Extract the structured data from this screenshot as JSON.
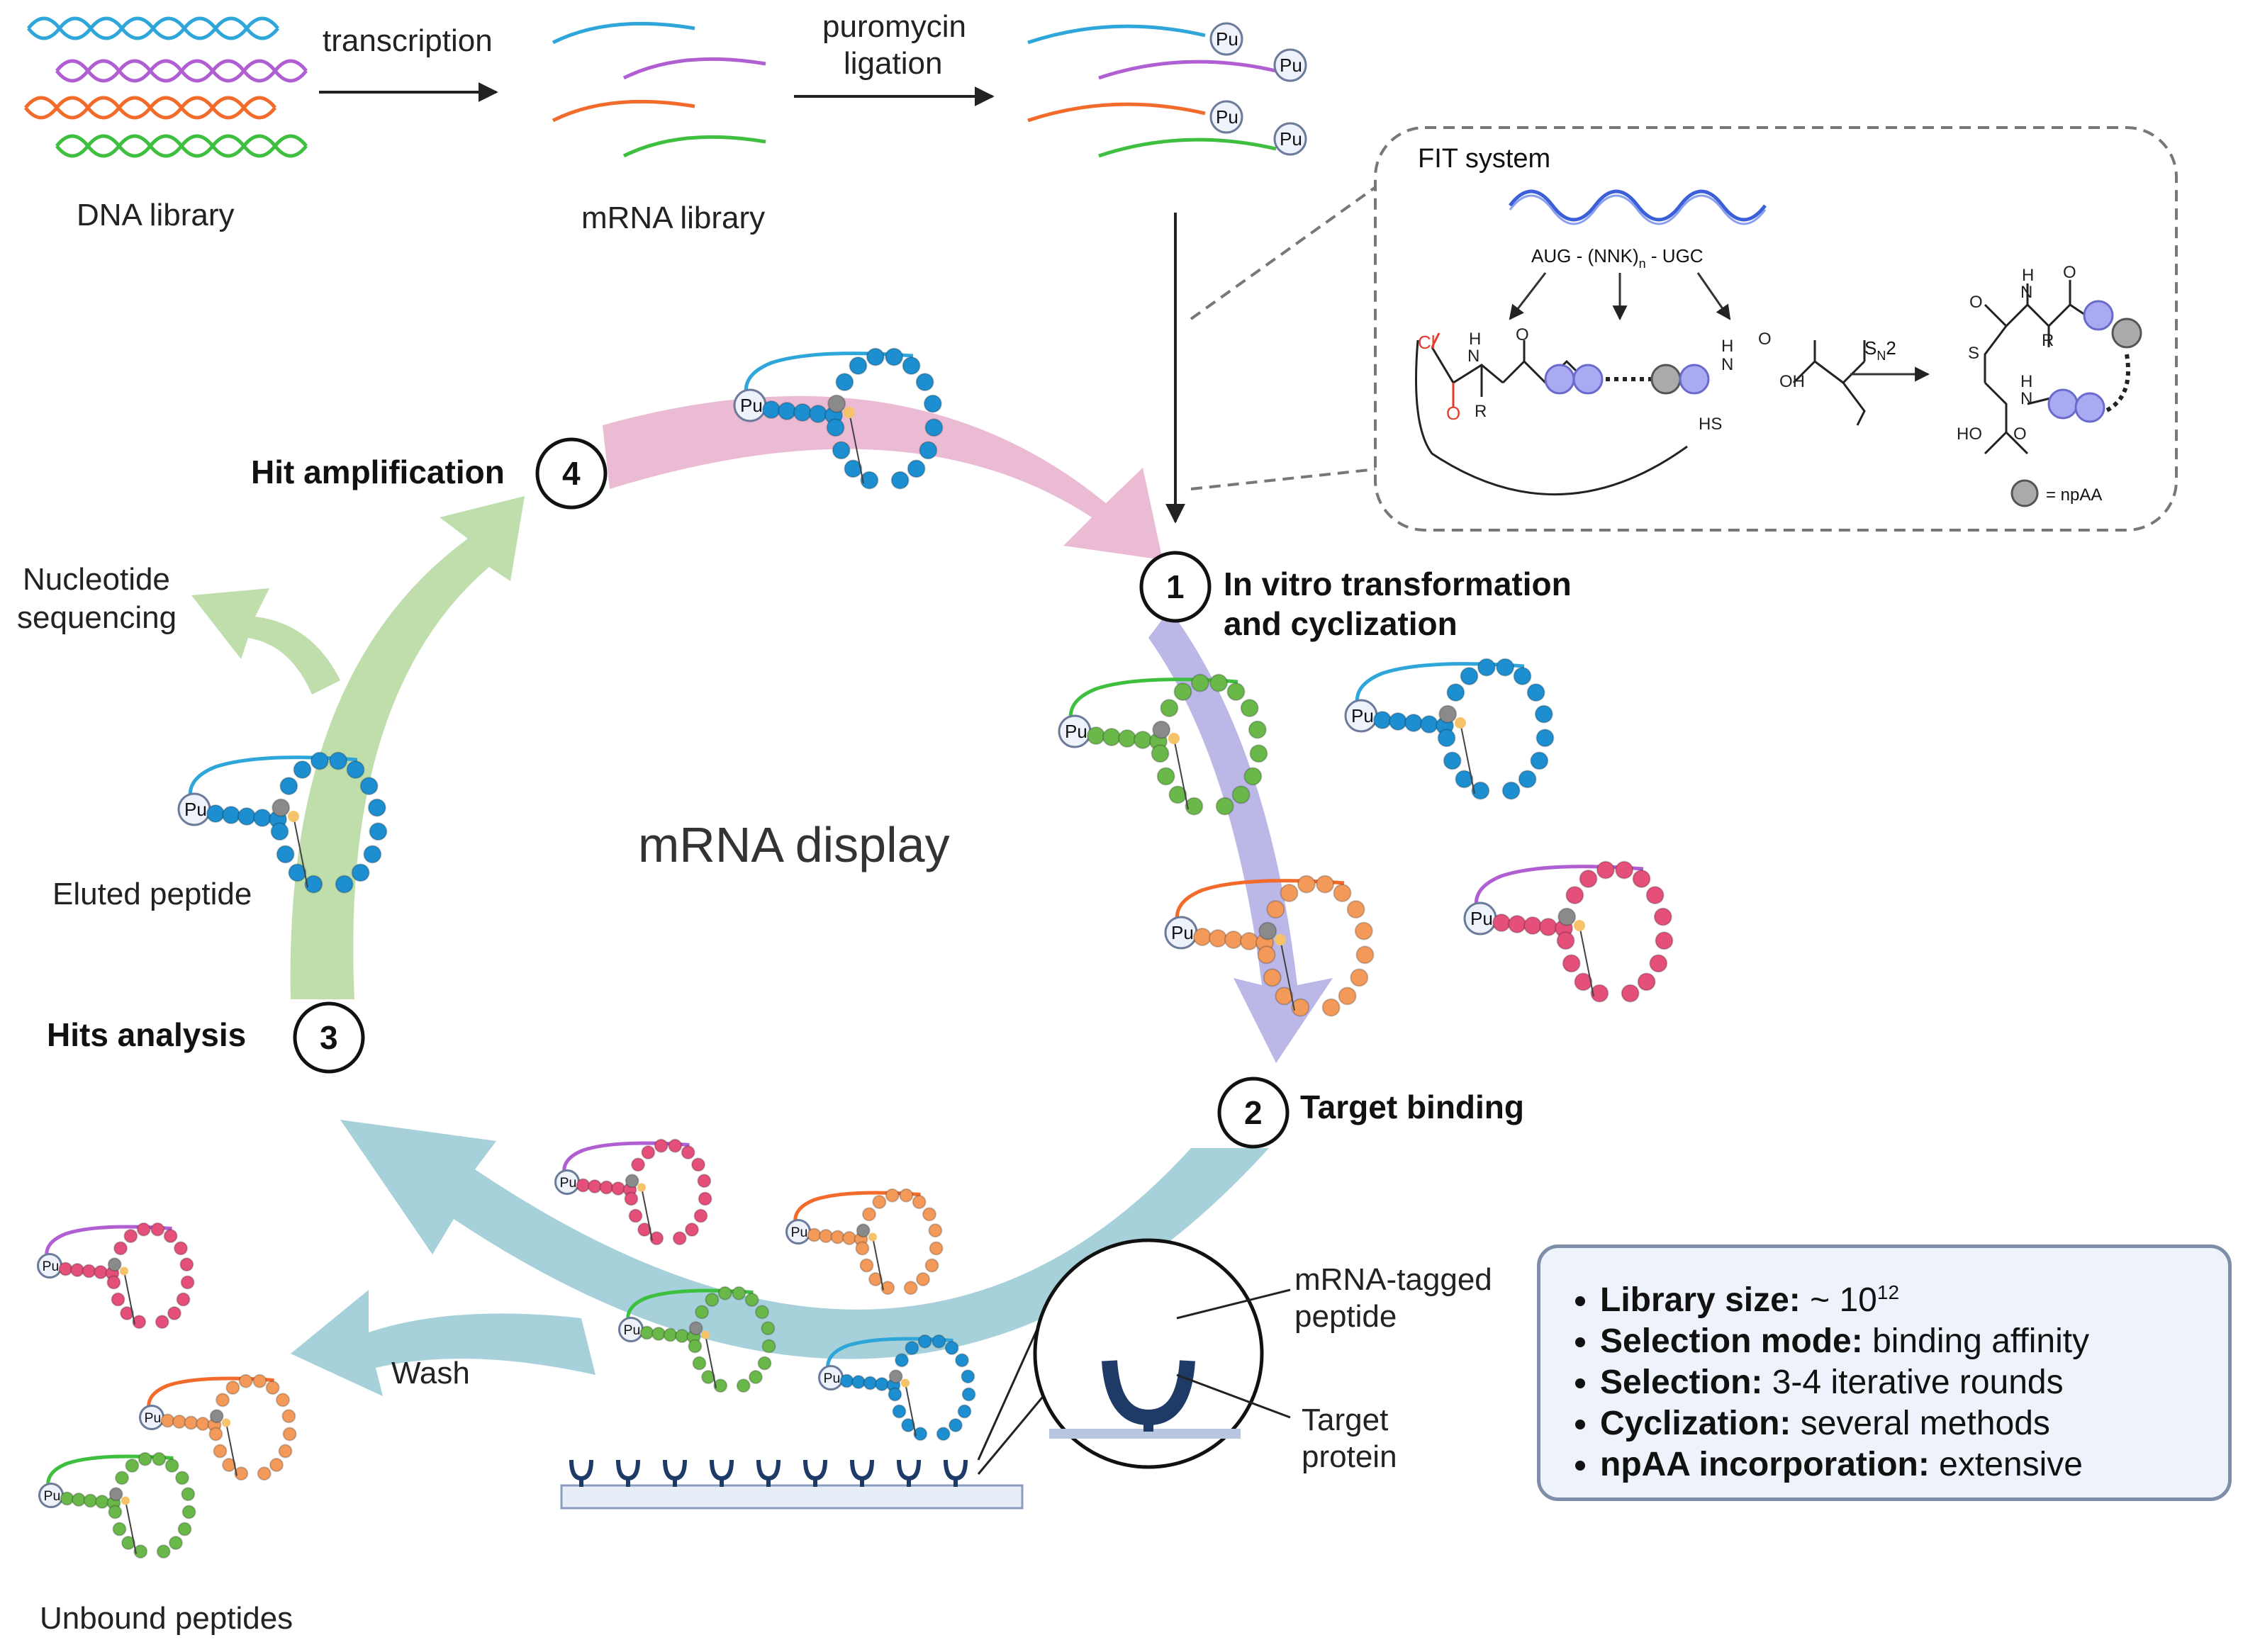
{
  "colors": {
    "rna_blue": "#2ea6da",
    "rna_purple": "#b05fd3",
    "rna_orange": "#f26b2a",
    "rna_green": "#3fbf3f",
    "bead_blue": "#1d8fd0",
    "bead_green": "#6ab84a",
    "bead_orange": "#f39a5b",
    "bead_red": "#e4507a",
    "bead_gray": "#8a8a8a",
    "bead_lavender": "#aaaaf2",
    "arrow_pink": "#e9b4cf",
    "arrow_lavender": "#b4b0e6",
    "arrow_teal": "#a2cfd8",
    "arrow_green": "#bcdca6",
    "chem_red": "#e53b2c",
    "target_navy": "#1e3a66",
    "box_fill": "#eef2fb",
    "box_border": "#7e8ea8"
  },
  "top_flow": {
    "dna_label": "DNA library",
    "transcription_label": "transcription",
    "mrna_label": "mRNA library",
    "puromycin_line1": "puromycin",
    "puromycin_line2": "ligation",
    "pu_tag": "Pu"
  },
  "fit_panel": {
    "title": "FIT system",
    "codon_prefix": "AUG - (NNK)",
    "codon_sub": "n",
    "codon_suffix": " - UGC",
    "cl": "Cl",
    "o": "O",
    "n": "N",
    "h": "H",
    "r": "R",
    "oh": "OH",
    "hs": "HS",
    "s": "S",
    "ho": "HO",
    "sn2_main": "S",
    "sn2_sub": "N",
    "sn2_tail": "2",
    "legend": "= npAA"
  },
  "cycle": {
    "center_label": "mRNA display",
    "steps": [
      {
        "num": "1",
        "line1": "In vitro transformation",
        "line2": "and cyclization"
      },
      {
        "num": "2",
        "line1": "Target binding"
      },
      {
        "num": "3",
        "line1": "Hits analysis"
      },
      {
        "num": "4",
        "line1": "Hit amplification"
      }
    ],
    "nucleotide_line1": "Nucleotide",
    "nucleotide_line2": "sequencing",
    "eluted_label": "Eluted peptide",
    "wash_label": "Wash",
    "unbound_label": "Unbound peptides",
    "mrna_tagged_line1": "mRNA-tagged",
    "mrna_tagged_line2": "peptide",
    "target_line1": "Target",
    "target_line2": "protein"
  },
  "info_box": {
    "items": [
      {
        "key": "Library size:",
        "value": " ~ 10",
        "sup": "12"
      },
      {
        "key": "Selection mode:",
        "value": " binding affinity"
      },
      {
        "key": "Selection:",
        "value": " 3-4 iterative rounds"
      },
      {
        "key": "Cyclization:",
        "value": " several methods"
      },
      {
        "key": "npAA incorporation:",
        "value": " extensive"
      }
    ]
  }
}
